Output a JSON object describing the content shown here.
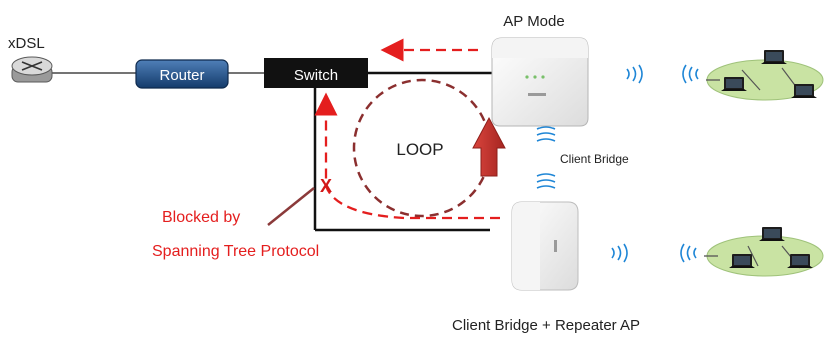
{
  "labels": {
    "xdsl": "xDSL",
    "router": "Router",
    "switch": "Switch",
    "ap_mode": "AP Mode",
    "loop": "LOOP",
    "client_bridge": "Client Bridge",
    "x_mark": "X",
    "blocked_line1": "Blocked by",
    "blocked_line2": "Spanning  Tree Protocol",
    "bottom_caption": "Client Bridge + Repeater AP"
  },
  "colors": {
    "router_fill": "#1e4f8a",
    "switch_fill": "#111111",
    "loop_circle": "#8b2f2f",
    "loop_arrow": "#c0302b",
    "stp_path": "#e41e1e",
    "wifi_waves": "#1f86d6",
    "lan_ellipse": "#c9e3a3"
  },
  "icons": {
    "modem": "router-modem-icon",
    "ap_device": "wireless-access-point-icon",
    "repeater_device": "wireless-repeater-icon",
    "laptop": "laptop-icon"
  }
}
